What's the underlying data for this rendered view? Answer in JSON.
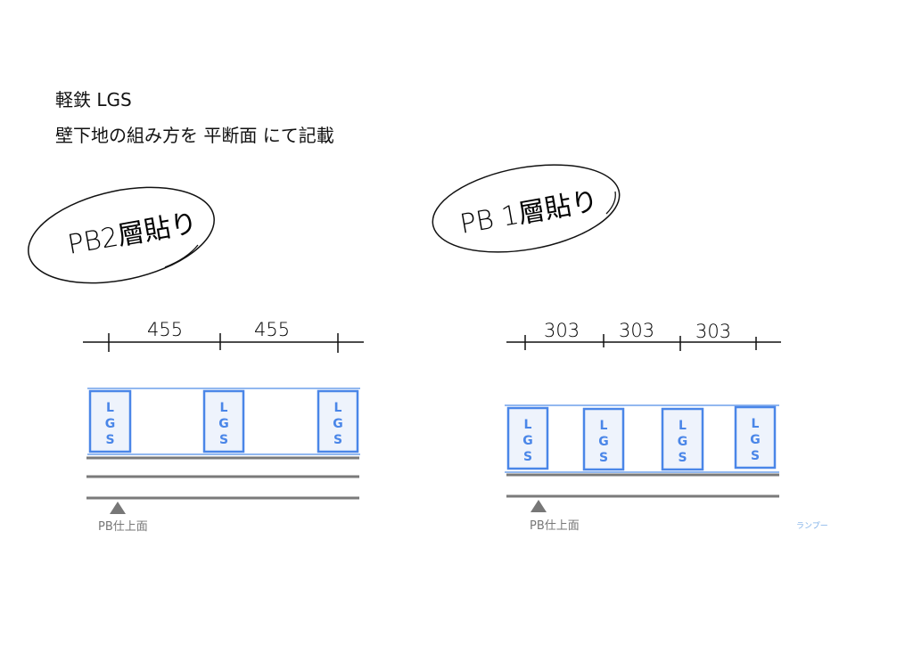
{
  "title": {
    "line1": "軽鉄 LGS",
    "line2": "壁下地の組み方を 平断面 にて記載"
  },
  "left_diagram": {
    "callout": "PB2層貼り",
    "dimensions": [
      "455",
      "455"
    ],
    "stud_label": [
      "L",
      "G",
      "S"
    ],
    "stud_count": 3,
    "board_layers": 2,
    "finish_label": "PB仕上面"
  },
  "right_diagram": {
    "callout": "PB 1層貼り",
    "dimensions": [
      "303",
      "303",
      "303"
    ],
    "stud_label": [
      "L",
      "G",
      "S"
    ],
    "stud_count": 4,
    "board_layers": 1,
    "finish_label": "PB仕上面"
  },
  "watermark": "ランプー",
  "colors": {
    "stud": "#4a86e8",
    "stud_fill": "#eef3fc",
    "board": "#7a7a7a"
  }
}
